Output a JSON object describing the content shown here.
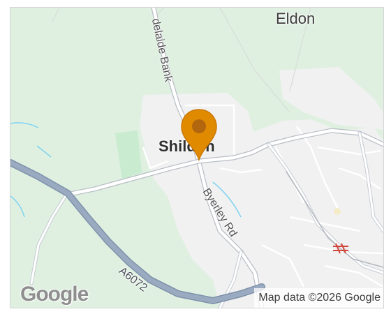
{
  "map": {
    "place_labels": {
      "eldon": "Eldon",
      "shildon": "Shildon"
    },
    "road_labels": {
      "adelaide": "delaide Bank",
      "byerley": "Byerley Rd",
      "a6072": "A6072"
    },
    "marker": {
      "color": "#e08a00",
      "icon": "map-pin-icon"
    },
    "railway_icon": "railway-station-icon",
    "colors": {
      "land": "#dff0e1",
      "urban": "#f1f1f1",
      "road": "#ffffff",
      "major_road": "#94a6bd",
      "water": "#7fd3f0"
    }
  },
  "logo": {
    "text": "Google"
  },
  "attribution": {
    "text": "Map data ©2026 Google"
  }
}
